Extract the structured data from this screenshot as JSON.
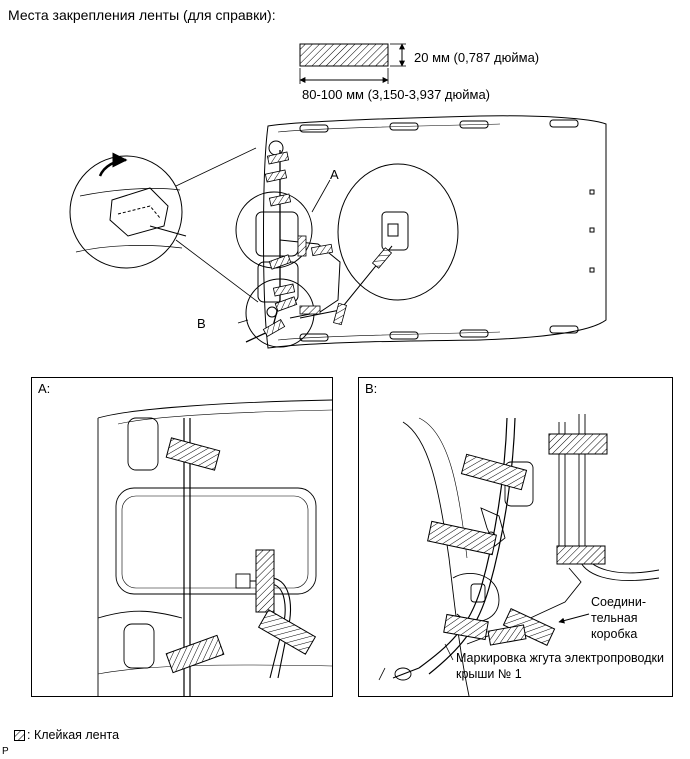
{
  "title": "Места закрепления ленты (для справки):",
  "tape_dimensions": {
    "width_label": "20 мм (0,787 дюйма)",
    "length_label": "80-100 мм (3,150-3,937 дюйма)"
  },
  "overview": {
    "label_a": "A",
    "label_b": "B"
  },
  "panel_a": {
    "tag": "A:"
  },
  "panel_b": {
    "tag": "B:",
    "junction_label": "Соедини-тельная коробка",
    "harness_label": "Маркировка жгута электропроводки крыши № 1"
  },
  "legend": {
    "label": ": Клейкая лента"
  },
  "corner_mark": "P",
  "colors": {
    "line": "#000000",
    "background": "#ffffff",
    "tape_fill": "#ffffff"
  }
}
